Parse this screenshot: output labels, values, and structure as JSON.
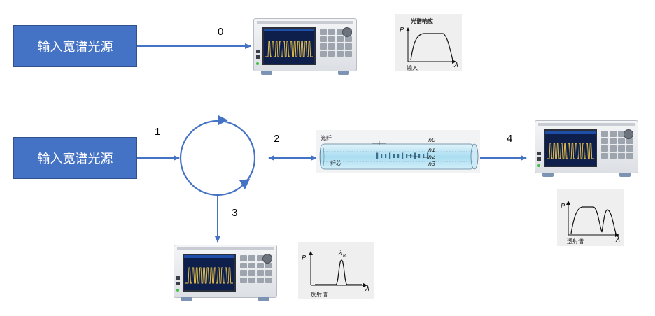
{
  "sources": [
    {
      "label": "输入宽谱光源"
    },
    {
      "label": "输入宽谱光源"
    }
  ],
  "port_labels": [
    "0",
    "1",
    "2",
    "3",
    "4"
  ],
  "spectra": {
    "input": {
      "title": "光谱响应",
      "y_axis": "P",
      "x_axis": "λ",
      "caption": "输入"
    },
    "reflect": {
      "y_axis": "P",
      "x_axis": "λ",
      "peak_label": "λ",
      "peak_subscript": "B",
      "caption": "反射谱"
    },
    "transmit": {
      "y_axis": "P",
      "x_axis": "λ",
      "caption": "透射谱"
    }
  },
  "fiber": {
    "label": "光纤",
    "core_label": "纤芯",
    "index_labels": [
      "n0",
      "n1",
      "n2",
      "n3"
    ],
    "grating_lines": 13
  },
  "colors": {
    "source_box": "#4472c4",
    "arrow": "#4472c4",
    "fiber": "#bfe6f5"
  }
}
